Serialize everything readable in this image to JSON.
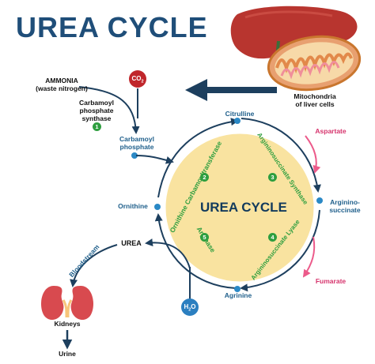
{
  "title": "UREA CYCLE",
  "center_label": "UREA CYCLE",
  "inputs": {
    "ammonia": "AMMONIA",
    "ammonia_note": "(waste nitrogen)",
    "co2": "CO",
    "co2_sub": "2",
    "water": "H",
    "water_sub": "2",
    "water_o": "O"
  },
  "enzymes": {
    "cps_line1": "Carbamoyl",
    "cps_line2": "phosphate",
    "cps_line3": "synthase",
    "cps_num": "1",
    "e2_text": "Ornithine Carbamoyltransferase",
    "e2_num": "2",
    "e3_text": "Argininosuccinate Synthase",
    "e3_num": "3",
    "e4_text": "Argininosuccinate Lyase",
    "e4_num": "4",
    "e5_text": "Arginase",
    "e5_num": "5"
  },
  "metabolites": {
    "carbamoyl_phosphate_1": "Carbamoyl",
    "carbamoyl_phosphate_2": "phosphate",
    "citrulline": "Citrulline",
    "aspartate": "Aspartate",
    "argininosuccinate_1": "Arginino-",
    "argininosuccinate_2": "succinate",
    "fumarate": "Fumarate",
    "agrinine": "Agrinine",
    "ornithine": "Ornithine",
    "urea": "UREA"
  },
  "organs": {
    "mito_1": "Mitochondria",
    "mito_2": "of liver cells",
    "bloodstream": "Bloodstream",
    "kidneys": "Kidneys",
    "urine": "Urine"
  },
  "colors": {
    "title": "#1f4e79",
    "arrow_dark": "#1d3f5e",
    "circle_fill": "#f9e3a0",
    "circle_stroke": "#ffffff",
    "enzyme_green": "#2e9e3f",
    "node_blue": "#2b89c6",
    "co2_red": "#c0262b",
    "water_blue": "#2b7fc0",
    "pink": "#ec5a8a",
    "liver": "#b8352f",
    "kidney": "#d84a4f"
  }
}
